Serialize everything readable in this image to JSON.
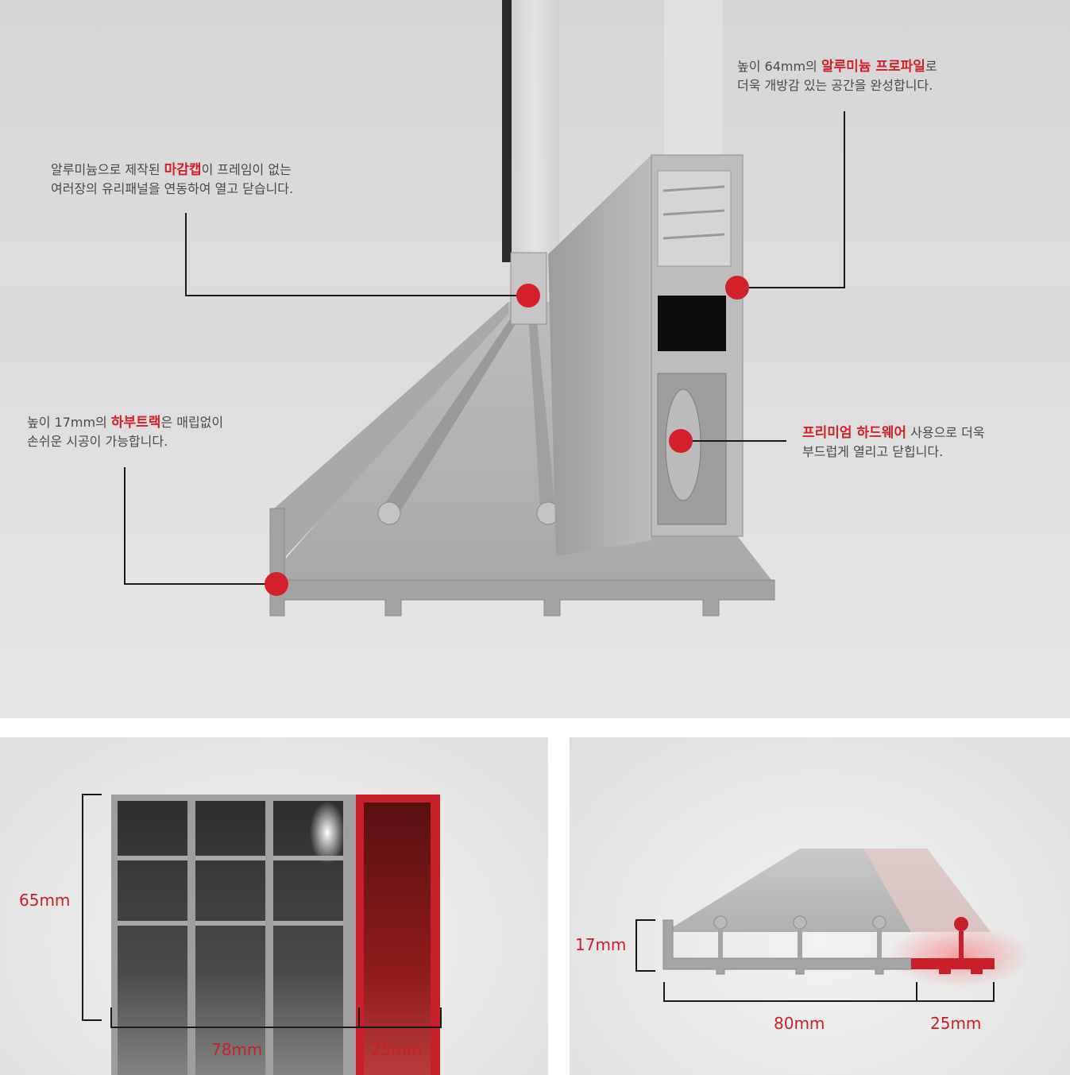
{
  "colors": {
    "accent": "#d4202a",
    "line": "#1a1a1a",
    "aluminium": "#b5b5b5"
  },
  "hero": {
    "callouts": [
      {
        "id": "cap",
        "pre": "알루미늄으로 제작된 ",
        "highlight": "마감캡",
        "post": "이 프레임이 없는",
        "line2": "여러장의 유리패널을 연동하여 열고 닫습니다."
      },
      {
        "id": "profile",
        "pre": "높이 64mm의 ",
        "highlight": "알루미늄 프로파일",
        "post": "로",
        "line2": "더욱 개방감 있는 공간을 완성합니다."
      },
      {
        "id": "track",
        "pre": "높이 17mm의 ",
        "highlight": "하부트랙",
        "post": "은 매립없이",
        "line2": "손쉬운 시공이 가능합니다."
      },
      {
        "id": "hardware",
        "pre": "",
        "highlight": "프리미엄 하드웨어",
        "post": " 사용으로 더욱",
        "line2": "부드럽게 열리고 닫힙니다."
      }
    ]
  },
  "profile_panel": {
    "height_label": "65mm",
    "width_label": "78mm",
    "extra_label": "25mm"
  },
  "track_panel": {
    "height_label": "17mm",
    "width_label": "80mm",
    "extra_label": "25mm"
  }
}
